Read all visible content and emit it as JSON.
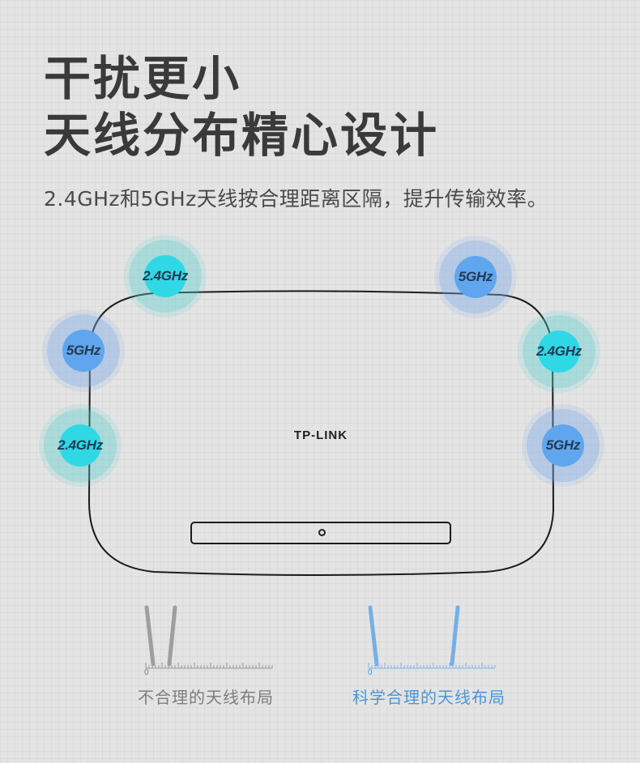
{
  "headline": {
    "line1": "干扰更小",
    "line2": "天线分布精心设计"
  },
  "subtitle": "2.4GHz和5GHz天线按合理距离区隔，提升传输效率。",
  "router": {
    "brand": "TP-LINK",
    "antennas": [
      {
        "id": "top-left",
        "band": "2.4GHz"
      },
      {
        "id": "top-right",
        "band": "5GHz"
      },
      {
        "id": "left-upper",
        "band": "5GHz"
      },
      {
        "id": "left-lower",
        "band": "2.4GHz"
      },
      {
        "id": "right-upper",
        "band": "2.4GHz"
      },
      {
        "id": "right-lower",
        "band": "5GHz"
      }
    ],
    "icons": {
      "power": "power-icon"
    }
  },
  "comparison": {
    "bad": {
      "caption": "不合理的天线布局",
      "axis_zero": "0",
      "color": "#7e7e7e"
    },
    "good": {
      "caption": "科学合理的天线布局",
      "axis_zero": "0",
      "color": "#4c95dc"
    }
  },
  "colors": {
    "band_24ghz": "#30d8e6",
    "band_5ghz": "#5fa6ee",
    "text_dark": "#3a3a3a"
  }
}
